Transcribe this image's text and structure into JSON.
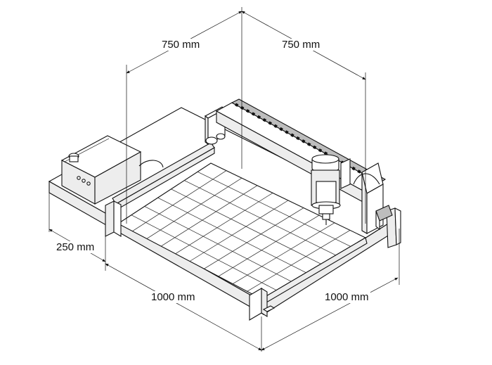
{
  "dimensions": {
    "width_left": "750 mm",
    "width_right": "750 mm",
    "base_offset": "250 mm",
    "length_front": "1000 mm",
    "length_right": "1000 mm"
  },
  "colors": {
    "line": "#111111",
    "panel_light": "#ededed",
    "panel_dark": "#bdbdbd",
    "background": "#ffffff"
  }
}
